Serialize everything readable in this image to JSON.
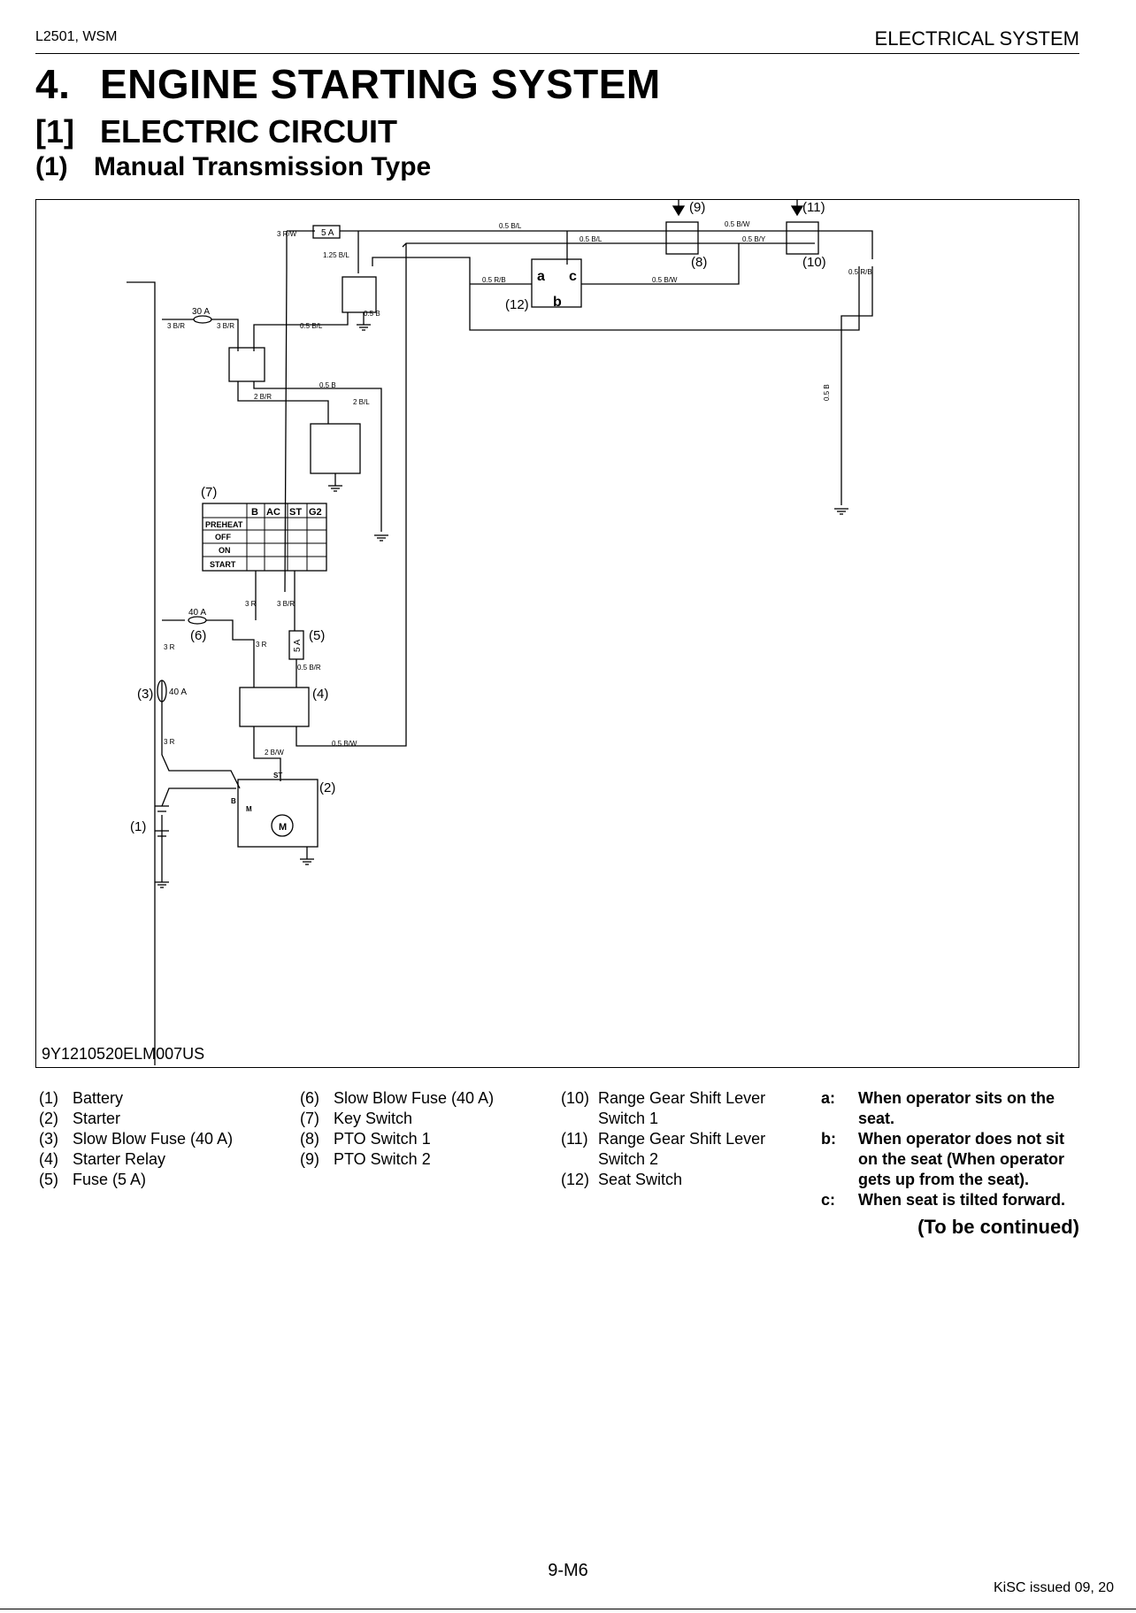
{
  "header": {
    "model": "L2501, WSM",
    "section": "ELECTRICAL SYSTEM"
  },
  "title": {
    "number": "4.",
    "text": "ENGINE STARTING SYSTEM"
  },
  "subtitle": {
    "number": "[1]",
    "text": "ELECTRIC CIRCUIT"
  },
  "subsubtitle": {
    "number": "(1)",
    "text": "Manual Transmission Type"
  },
  "diagram": {
    "figure_id": "9Y1210520ELM007US",
    "wire_labels": {
      "w_3rw": "3 R/W",
      "fuse_top": "5 A",
      "w_05bl_top": "0.5 B/L",
      "w_05bl_2": "0.5 B/L",
      "w_05bw_top": "0.5 B/W",
      "w_05by": "0.5 B/Y",
      "w_05rb_right": "0.5 R/B",
      "w_125bl": "1.25 B/L",
      "w_05rb_seat": "0.5 R/B",
      "w_05bw_seat": "0.5 B/W",
      "w_05b_relay": "0.5 B",
      "fuse30": "30 A",
      "w_3br_a": "3 B/R",
      "w_3br_b": "3 B/R",
      "w_05bl_mid": "0.5 B/L",
      "w_05b_mid": "0.5 B",
      "w_2br": "2 B/R",
      "w_2bl": "2 B/L",
      "w_05b_vert": "0.5 B",
      "fuse40_6": "40 A",
      "w_3r_a": "3 R",
      "w_3br_c": "3 B/R",
      "w_3r_b": "3 R",
      "w_3r_c": "3 R",
      "fuse5_5": "5 A",
      "w_05br": "0.5 B/R",
      "fuse40_3": "40 A",
      "w_3r_d": "3 R",
      "w_05bw_bot": "0.5 B/W",
      "w_2bw": "2 B/W",
      "st": "ST",
      "b_term": "B",
      "m_term": "M",
      "motor": "M"
    },
    "callouts": {
      "c1": "(1)",
      "c2": "(2)",
      "c3": "(3)",
      "c4": "(4)",
      "c5": "(5)",
      "c6": "(6)",
      "c7": "(7)",
      "c8": "(8)",
      "c9": "(9)",
      "c10": "(10)",
      "c11": "(11)",
      "c12": "(12)",
      "sa": "a",
      "sb": "b",
      "sc": "c"
    },
    "key_switch": {
      "columns": [
        "B",
        "AC",
        "ST",
        "G2"
      ],
      "rows": [
        "PREHEAT",
        "OFF",
        "ON",
        "START"
      ]
    }
  },
  "legend": {
    "col1": [
      {
        "n": "(1)",
        "t": "Battery"
      },
      {
        "n": "(2)",
        "t": "Starter"
      },
      {
        "n": "(3)",
        "t": "Slow Blow Fuse (40 A)"
      },
      {
        "n": "(4)",
        "t": "Starter Relay"
      },
      {
        "n": "(5)",
        "t": "Fuse (5 A)"
      }
    ],
    "col2": [
      {
        "n": "(6)",
        "t": "Slow Blow Fuse (40 A)"
      },
      {
        "n": "(7)",
        "t": "Key Switch"
      },
      {
        "n": "(8)",
        "t": "PTO Switch 1"
      },
      {
        "n": "(9)",
        "t": "PTO Switch 2"
      }
    ],
    "col3": [
      {
        "n": "(10)",
        "t": "Range Gear Shift Lever"
      },
      {
        "n": "",
        "t": "Switch 1"
      },
      {
        "n": "(11)",
        "t": "Range Gear Shift Lever"
      },
      {
        "n": "",
        "t": "Switch 2"
      },
      {
        "n": "(12)",
        "t": "Seat Switch"
      }
    ],
    "col4": [
      {
        "n": "a:",
        "t": "When operator sits on the"
      },
      {
        "n": "",
        "t": "seat."
      },
      {
        "n": "b:",
        "t": "When operator does not sit"
      },
      {
        "n": "",
        "t": "on the seat (When operator"
      },
      {
        "n": "",
        "t": "gets up from the seat)."
      },
      {
        "n": "c:",
        "t": "When seat is tilted forward."
      }
    ]
  },
  "continued": "(To be continued)",
  "footer": {
    "page": "9-M6",
    "issued": "KiSC issued 09, 20"
  }
}
